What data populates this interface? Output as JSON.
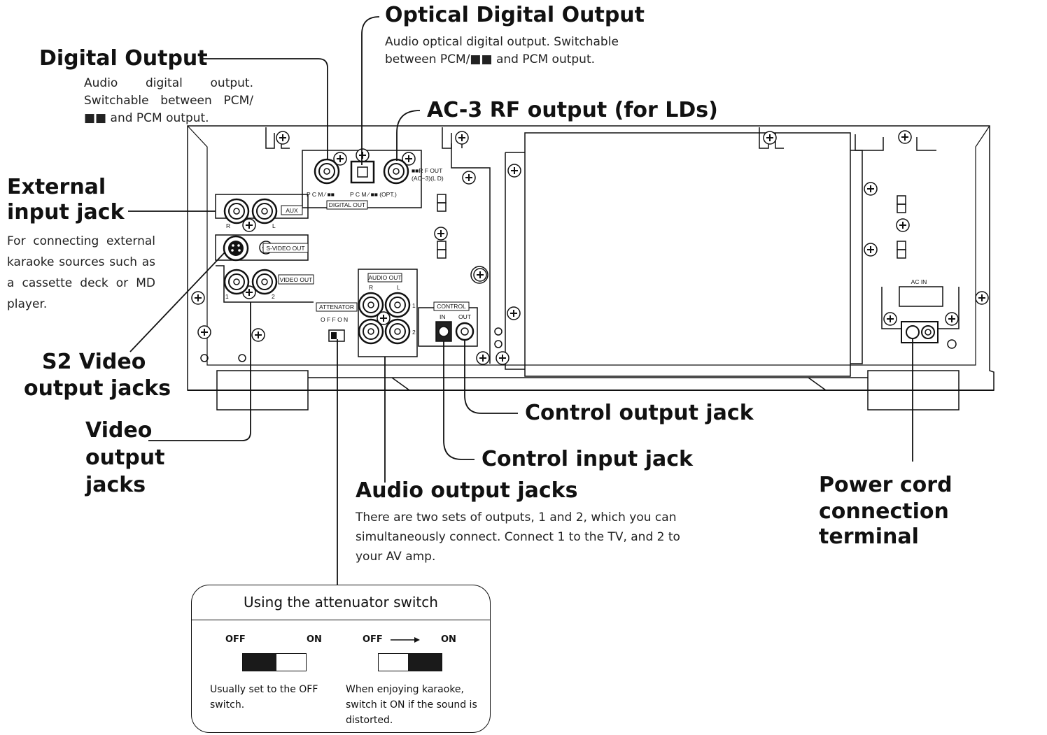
{
  "callouts": {
    "optical_digital_output": {
      "title": "Optical Digital Output",
      "desc": "Audio optical digital output. Switchable between PCM/■■ and PCM output."
    },
    "digital_output": {
      "title": "Digital Output",
      "desc": "Audio digital output. Switchable between PCM/■■ and PCM output."
    },
    "ac3_rf_output": {
      "title": "AC-3 RF output (for LDs)"
    },
    "external_input": {
      "title_line1": "External",
      "title_line2": "input jack",
      "desc": "For connecting external karaoke sources such as a cassette deck or MD player."
    },
    "s2_video": {
      "line1": "S2 Video",
      "line2": "output jacks"
    },
    "video_output": {
      "line1": "Video",
      "line2": "output",
      "line3": "jacks"
    },
    "control_output": {
      "title": "Control output jack"
    },
    "control_input": {
      "title": "Control input jack"
    },
    "audio_output": {
      "title": "Audio output jacks",
      "desc": "There are two sets of outputs, 1 and 2, which you can simultaneously connect. Connect 1 to the TV, and 2 to your AV amp."
    },
    "power_cord": {
      "line1": "Power cord",
      "line2": "connection terminal"
    }
  },
  "panel_labels": {
    "aux": "AUX",
    "aux_r": "R",
    "aux_l": "L",
    "svideo_out": "S-VIDEO OUT",
    "video_out": "VIDEO OUT",
    "video_1": "1",
    "video_2": "2",
    "pcm_coax": "P C M ∕ ■■",
    "pcm_opt": "P C M ∕ ■■ (OPT.)",
    "digital_out": "DIGITAL OUT",
    "rf_out": "■■R F OUT",
    "rf_out_sub": "(AC−3)(L D)",
    "audio_out": "AUDIO OUT",
    "audio_r": "R",
    "audio_l": "L",
    "audio_1": "1",
    "audio_2": "2",
    "attenator": "ATTENATOR",
    "off_on": "O F F   O N",
    "control": "CONTROL",
    "ctrl_in": "IN",
    "ctrl_out": "OUT",
    "ac_in": "AC IN"
  },
  "attenuator_box": {
    "title": "Using the attenuator switch",
    "left": {
      "off": "OFF",
      "on": "ON",
      "caption": "Usually set to the OFF switch.",
      "position": "off"
    },
    "right": {
      "off": "OFF",
      "on": "ON",
      "caption": "When enjoying karaoke, switch it ON if the sound is distorted.",
      "position": "on"
    }
  }
}
